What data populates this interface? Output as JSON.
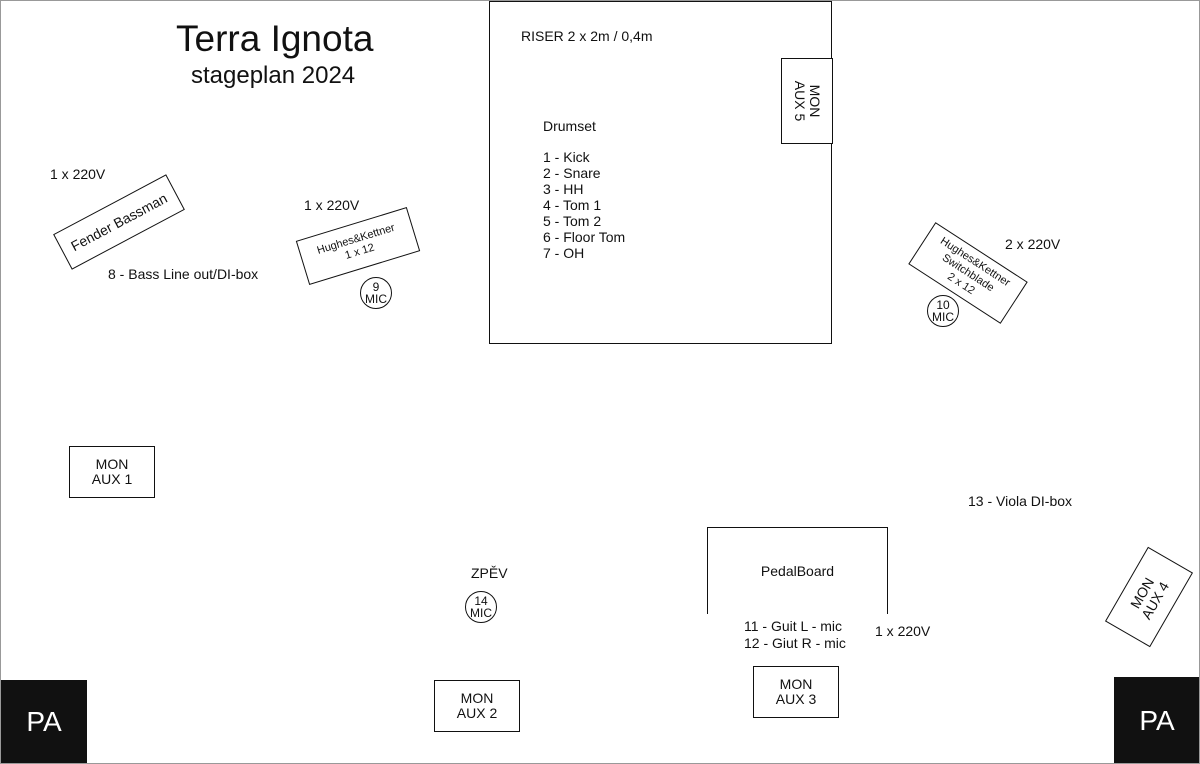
{
  "header": {
    "title": "Terra Ignota",
    "subtitle": "stageplan 2024"
  },
  "riser": {
    "label": "RISER 2 x 2m / 0,4m"
  },
  "drumset": {
    "title": "Drumset",
    "channels": [
      "1 - Kick",
      "2 - Snare",
      "3 - HH",
      "4 - Tom 1",
      "5 - Tom 2",
      "6 - Floor Tom",
      "7 - OH"
    ]
  },
  "monitors": {
    "aux1": [
      "MON",
      "AUX 1"
    ],
    "aux2": [
      "MON",
      "AUX 2"
    ],
    "aux3": [
      "MON",
      "AUX 3"
    ],
    "aux4": [
      "MON",
      "AUX 4"
    ],
    "aux5": [
      "MON",
      "AUX 5"
    ]
  },
  "amps": {
    "bass": "Fender Bassman",
    "guitar1": [
      "Hughes&Kettner",
      "1 x 12"
    ],
    "guitar2": [
      "Hughes&Kettner",
      "Switchblade",
      "2 x 12"
    ]
  },
  "mics": {
    "mic9": [
      "9",
      "MIC"
    ],
    "mic10": [
      "10",
      "MIC"
    ],
    "mic14": [
      "14",
      "MIC"
    ]
  },
  "power": {
    "bass": "1 x 220V",
    "guitar1": "1 x 220V",
    "guitar2": "2 x 220V",
    "pedalboard": "1 x 220V"
  },
  "inputs": {
    "bass_di": "8 - Bass Line out/DI-box",
    "viola_di": "13 - Viola DI-box",
    "guit_l": "11 - Guit L - mic",
    "guit_r": "12 - Giut R - mic"
  },
  "vocal": {
    "label": "ZPĚV"
  },
  "pedalboard": {
    "label": "PedalBoard"
  },
  "pa": {
    "left": "PA",
    "right": "PA"
  }
}
